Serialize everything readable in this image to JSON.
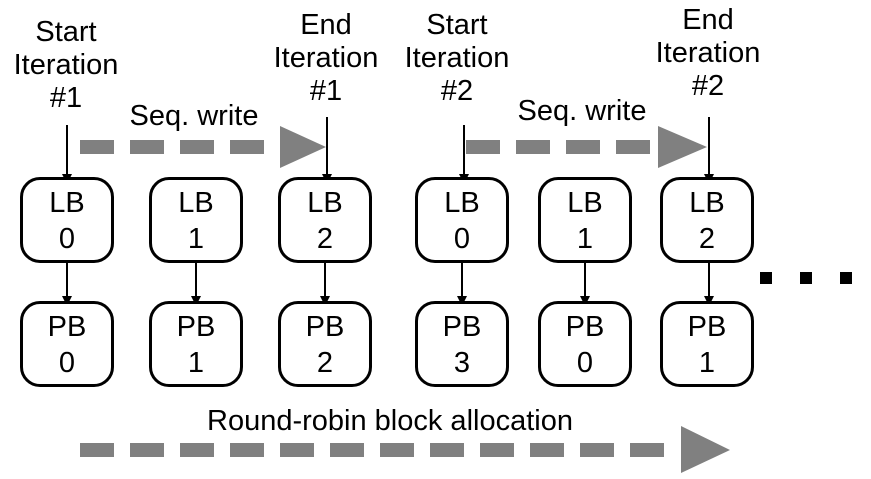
{
  "markers": {
    "start1": [
      "Start",
      "Iteration",
      "#1"
    ],
    "end1": [
      "End",
      "Iteration",
      "#1"
    ],
    "start2": [
      "Start",
      "Iteration",
      "#2"
    ],
    "end2": [
      "End",
      "Iteration",
      "#2"
    ]
  },
  "seq_write_label": "Seq. write",
  "allocation_label": "Round-robin block allocation",
  "ellipsis": "...",
  "logical_blocks": [
    {
      "type": "LB",
      "num": "0"
    },
    {
      "type": "LB",
      "num": "1"
    },
    {
      "type": "LB",
      "num": "2"
    },
    {
      "type": "LB",
      "num": "0"
    },
    {
      "type": "LB",
      "num": "1"
    },
    {
      "type": "LB",
      "num": "2"
    }
  ],
  "physical_blocks": [
    {
      "type": "PB",
      "num": "0"
    },
    {
      "type": "PB",
      "num": "1"
    },
    {
      "type": "PB",
      "num": "2"
    },
    {
      "type": "PB",
      "num": "3"
    },
    {
      "type": "PB",
      "num": "0"
    },
    {
      "type": "PB",
      "num": "1"
    }
  ],
  "colors": {
    "arrow": "#808080",
    "line": "#000000"
  }
}
